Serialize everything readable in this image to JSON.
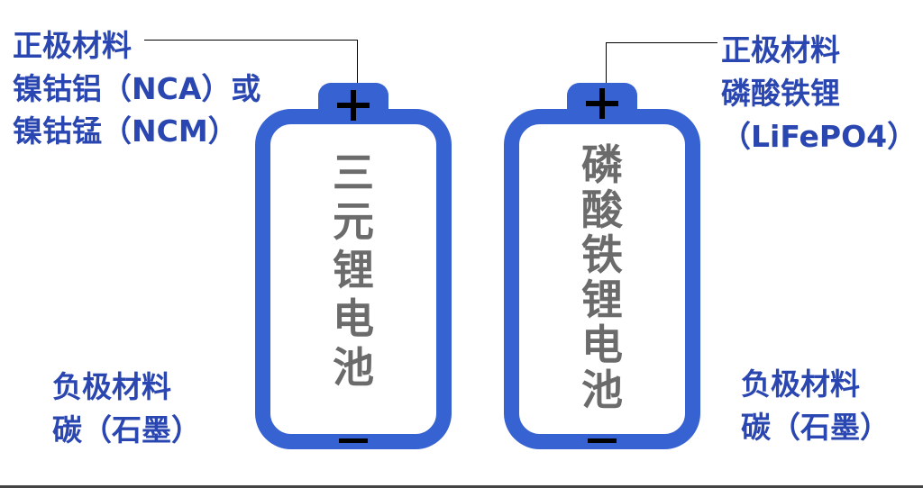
{
  "colors": {
    "battery_blue": "#3762d2",
    "label_blue": "#2a46b0",
    "battery_text_gray": "#6b6b6b",
    "terminal_black": "#000000"
  },
  "left_battery": {
    "title_chars": [
      "三",
      "元",
      "锂",
      "电",
      "池"
    ],
    "title": "三元锂电池",
    "positive_symbol": "+",
    "negative_symbol": "−",
    "cathode": {
      "heading": "正极材料",
      "line1": "镍钴铝（NCA）或",
      "line2": "镍钴锰（NCM）"
    },
    "anode": {
      "heading": "负极材料",
      "line1": "碳（石墨）"
    }
  },
  "right_battery": {
    "title_chars": [
      "磷",
      "酸",
      "铁",
      "锂",
      "电",
      "池"
    ],
    "title": "磷酸铁锂电池",
    "positive_symbol": "+",
    "negative_symbol": "−",
    "cathode": {
      "heading": "正极材料",
      "line1": "磷酸铁锂",
      "line2": "（LiFePO4）"
    },
    "anode": {
      "heading": "负极材料",
      "line1": "碳（石墨）"
    }
  }
}
